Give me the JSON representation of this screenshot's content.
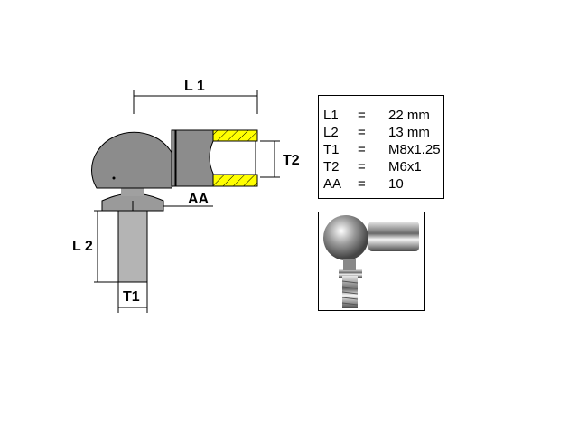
{
  "drawing": {
    "labels": {
      "l1": "L 1",
      "l2": "L 2",
      "t1": "T1",
      "t2": "T2",
      "aa": "AA"
    },
    "colors": {
      "body": "#8c8c8c",
      "shank": "#b4b4b4",
      "section": "#ffff00"
    }
  },
  "specs": [
    {
      "key": "L1",
      "eq": "=",
      "value": "22  mm"
    },
    {
      "key": "L2",
      "eq": "=",
      "value": "13  mm"
    },
    {
      "key": "T1",
      "eq": "=",
      "value": "M8x1.25"
    },
    {
      "key": "T2",
      "eq": "=",
      "value": "M6x1"
    },
    {
      "key": "AA",
      "eq": "=",
      "value": "10"
    }
  ]
}
